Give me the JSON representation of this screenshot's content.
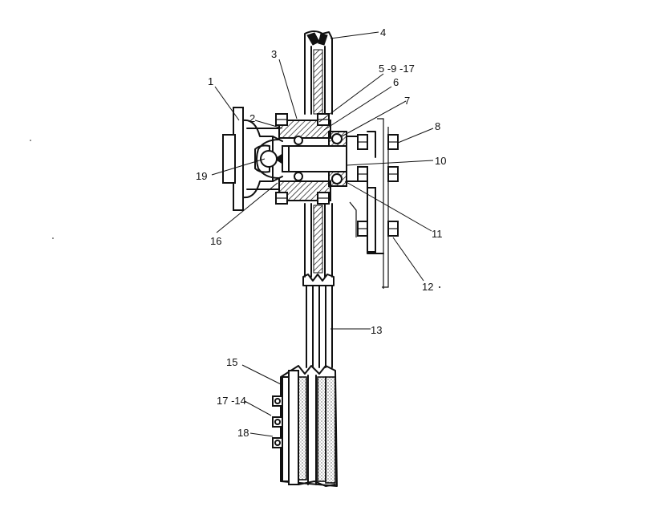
{
  "callouts": {
    "c1": "1",
    "c2": "2",
    "c3": "3",
    "c4": "4",
    "c5_9_17": "5 -9 -17",
    "c6": "6",
    "c7": "7",
    "c8": "8",
    "c10": "10",
    "c11": "11",
    "c12": "12",
    "c13": "13",
    "c15": "15",
    "c16": "16",
    "c17_14": "17 -14",
    "c18": "18",
    "c19": "19"
  }
}
